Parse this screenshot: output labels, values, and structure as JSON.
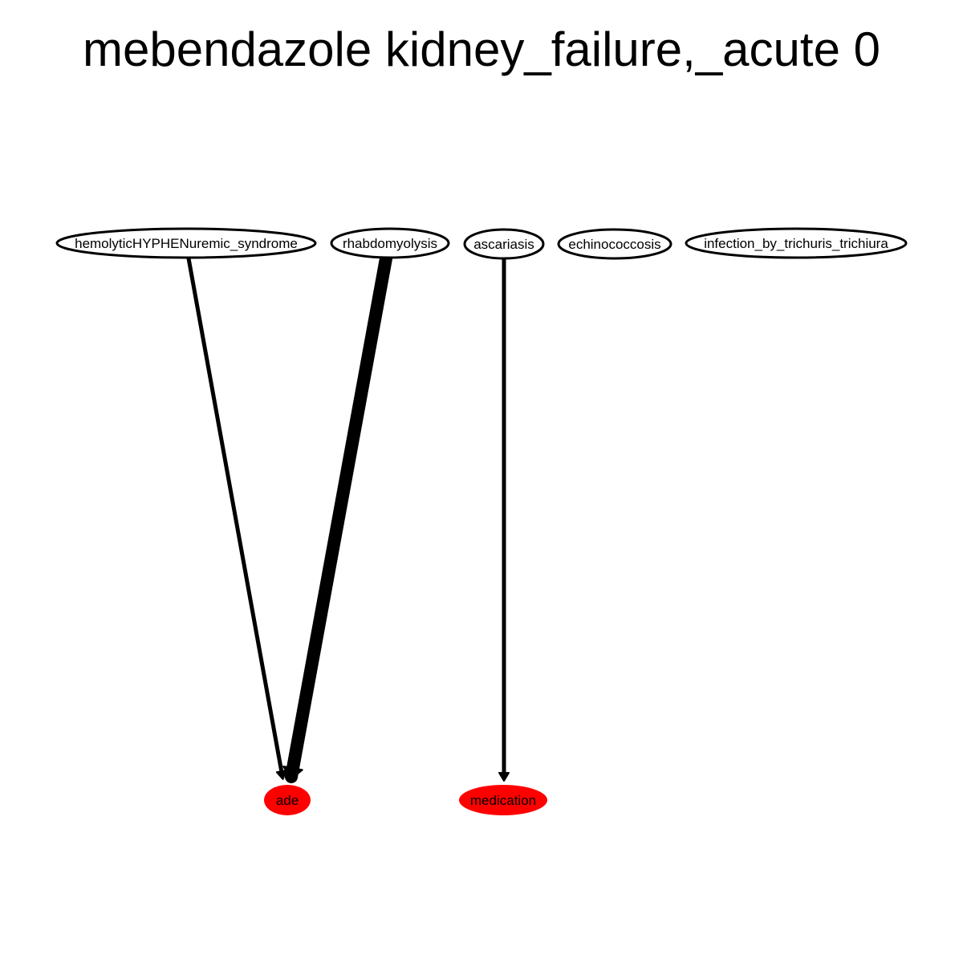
{
  "title": "mebendazole kidney_failure,_acute 0",
  "colors": {
    "outcome_fill": "#ff0000",
    "node_stroke": "#000000",
    "edge": "#000000",
    "background": "#ffffff"
  },
  "nodes": [
    {
      "id": "hus",
      "label": "hemolyticHYPHENuremic_syndrome",
      "kind": "cause"
    },
    {
      "id": "rhabdo",
      "label": "rhabdomyolysis",
      "kind": "cause"
    },
    {
      "id": "ascariasis",
      "label": "ascariasis",
      "kind": "cause"
    },
    {
      "id": "echino",
      "label": "echinococcosis",
      "kind": "cause"
    },
    {
      "id": "trichuris",
      "label": "infection_by_trichuris_trichiura",
      "kind": "cause"
    },
    {
      "id": "ade",
      "label": "ade",
      "kind": "outcome"
    },
    {
      "id": "medication",
      "label": "medication",
      "kind": "outcome"
    }
  ],
  "edges": [
    {
      "from": "hus",
      "to": "ade",
      "weight": 1
    },
    {
      "from": "rhabdo",
      "to": "ade",
      "weight": 4
    },
    {
      "from": "ascariasis",
      "to": "medication",
      "weight": 1
    }
  ]
}
